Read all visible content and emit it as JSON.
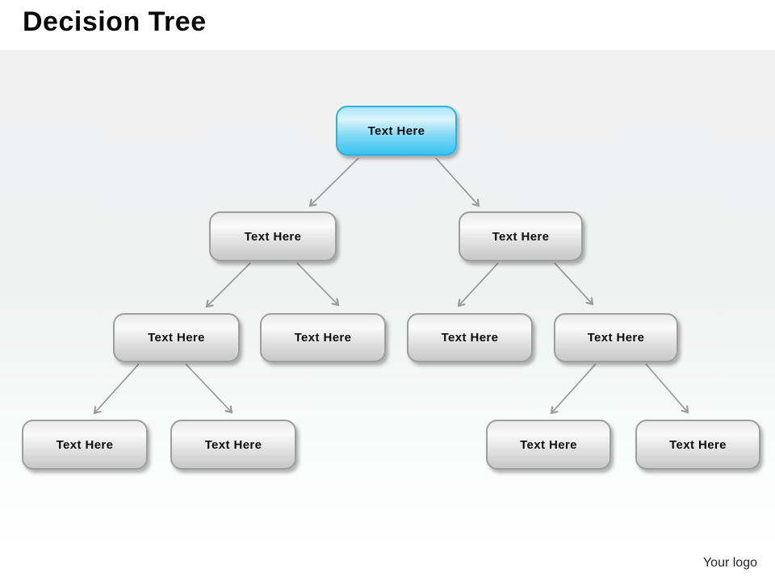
{
  "slide": {
    "title": "Decision Tree",
    "logo_text": "Your logo"
  },
  "colors": {
    "root_node_border": "#29b3e3",
    "root_node_fill_top": "#aee5fa",
    "root_node_fill_bottom": "#38c3ee",
    "gray_node_border": "#9e9e9e",
    "gray_node_fill_top": "#eaeaea",
    "gray_node_fill_bottom": "#c8c8c8",
    "connector": "#9a9a9a",
    "slide_band": "#f1f1f2",
    "title_color": "#0a0a0a"
  },
  "tree": {
    "type": "decision-tree",
    "levels": 4,
    "nodes": [
      {
        "id": "root",
        "label": "Text Here",
        "level": 1,
        "parent": null
      },
      {
        "id": "l2-left",
        "label": "Text Here",
        "level": 2,
        "parent": "root"
      },
      {
        "id": "l2-right",
        "label": "Text Here",
        "level": 2,
        "parent": "root"
      },
      {
        "id": "l3-1",
        "label": "Text Here",
        "level": 3,
        "parent": "l2-left"
      },
      {
        "id": "l3-2",
        "label": "Text Here",
        "level": 3,
        "parent": "l2-left"
      },
      {
        "id": "l3-3",
        "label": "Text Here",
        "level": 3,
        "parent": "l2-right"
      },
      {
        "id": "l3-4",
        "label": "Text Here",
        "level": 3,
        "parent": "l2-right"
      },
      {
        "id": "l4-1",
        "label": "Text Here",
        "level": 4,
        "parent": "l3-1"
      },
      {
        "id": "l4-2",
        "label": "Text Here",
        "level": 4,
        "parent": "l3-1"
      },
      {
        "id": "l4-3",
        "label": "Text Here",
        "level": 4,
        "parent": "l3-4"
      },
      {
        "id": "l4-4",
        "label": "Text Here",
        "level": 4,
        "parent": "l3-4"
      }
    ]
  }
}
